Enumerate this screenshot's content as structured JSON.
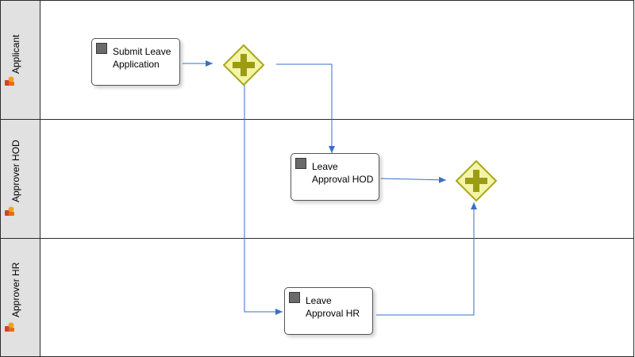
{
  "lanes": [
    {
      "label": "Applicant"
    },
    {
      "label": "Approver HOD"
    },
    {
      "label": "Approver HR"
    }
  ],
  "tasks": [
    {
      "line1": "Submit Leave",
      "line2": "Application"
    },
    {
      "line1": "Leave",
      "line2": "Approval HOD"
    },
    {
      "line1": "Leave",
      "line2": "Approval HR"
    }
  ],
  "gateways": [
    {
      "type": "parallel-split"
    },
    {
      "type": "parallel-join"
    }
  ],
  "colors": {
    "connector": "#3a6fc4",
    "gateway_fill": "#f4f4a8",
    "gateway_border": "#a8a81a",
    "gateway_plus": "#9c9c14",
    "lane_header": "#e1e1e1"
  },
  "icons": {
    "lane": "participant-icon",
    "task": "task-icon",
    "gateway": "parallel-gateway-icon"
  }
}
